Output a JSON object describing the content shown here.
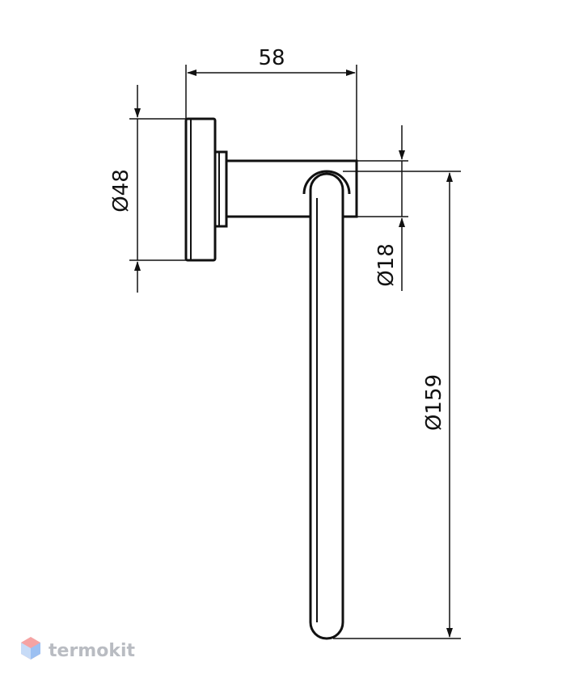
{
  "drawing": {
    "line_color": "#111111",
    "background": "#ffffff"
  },
  "dimensions": {
    "width_label": "58",
    "wall_disc_label": "Ø48",
    "tube_label": "Ø18",
    "ring_label": "Ø159"
  },
  "watermark": {
    "text": "termokit",
    "text_color": "#b9bcc2",
    "logo_colors": [
      "#f08a8a",
      "#8ab4f0"
    ]
  }
}
